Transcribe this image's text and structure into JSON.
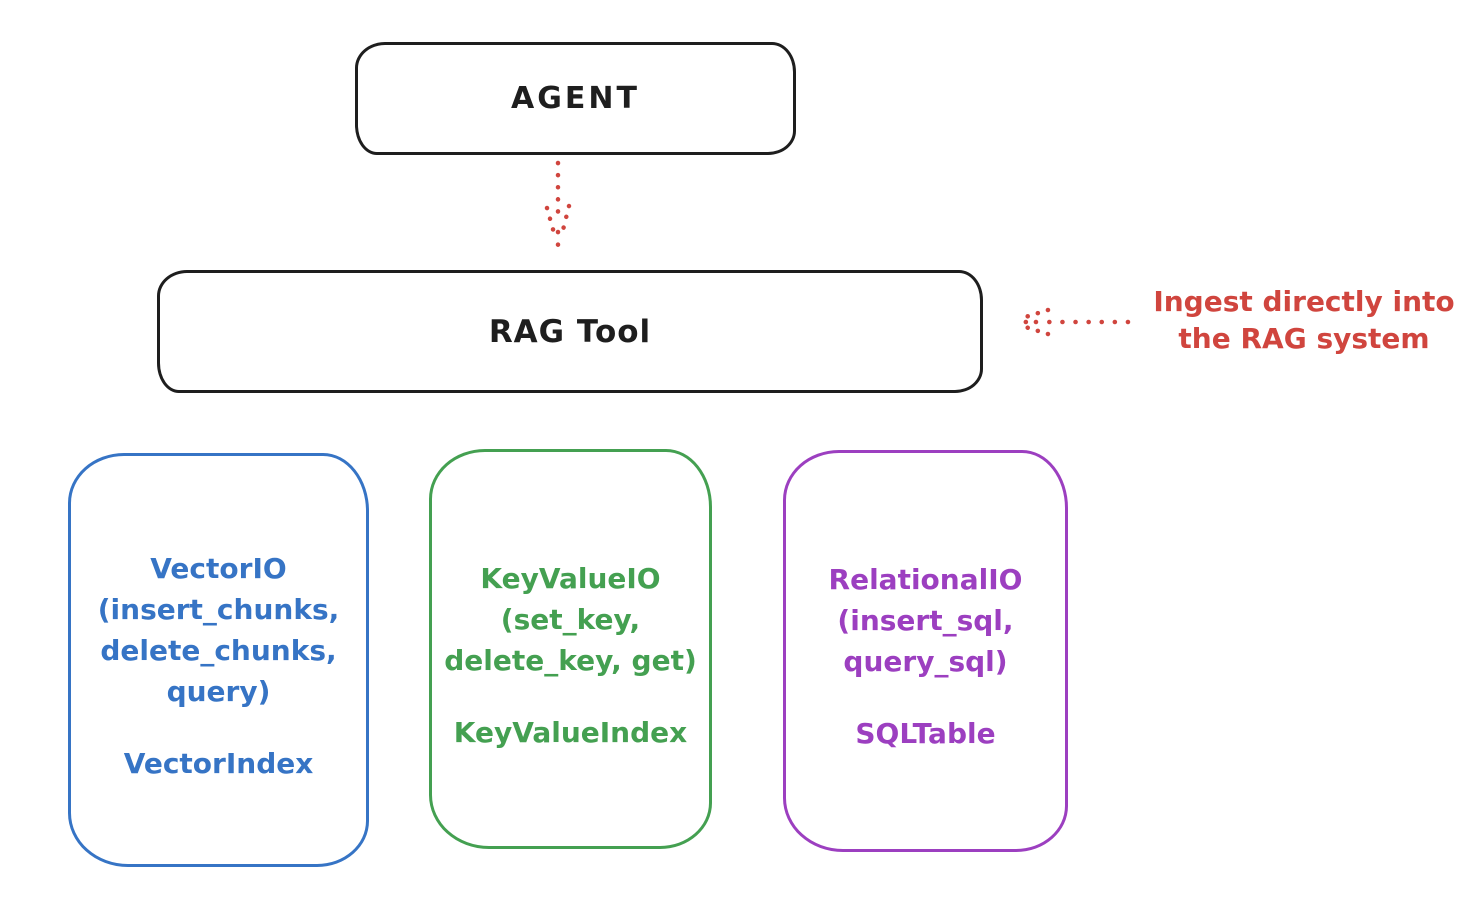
{
  "diagram": {
    "title_semantics": "RAG Tool architecture diagram",
    "colors": {
      "stroke_black": "#1e1e1e",
      "accent_red": "#d0453e",
      "accent_blue": "#3674c5",
      "accent_green": "#44a051",
      "accent_purple": "#9c3fc0",
      "background": "#ffffff"
    },
    "agent": {
      "label": "AGENT"
    },
    "rag_tool": {
      "label": "RAG Tool"
    },
    "annotation": {
      "line1": "Ingest directly into",
      "line2": "the RAG system"
    },
    "arrows": [
      {
        "name": "agent-to-rag-tool",
        "style": "dotted",
        "color": "#d0453e",
        "direction": "down"
      },
      {
        "name": "annotation-to-rag-tool",
        "style": "dotted",
        "color": "#d0453e",
        "direction": "left"
      }
    ],
    "io_boxes": [
      {
        "id": "vector-io",
        "color": "#3674c5",
        "lines": [
          "VectorIO",
          "(insert_chunks,",
          "delete_chunks,",
          "query)"
        ],
        "index_label": "VectorIndex"
      },
      {
        "id": "keyvalue-io",
        "color": "#44a051",
        "lines": [
          "KeyValueIO",
          "(set_key,",
          "delete_key, get)"
        ],
        "index_label": "KeyValueIndex"
      },
      {
        "id": "relational-io",
        "color": "#9c3fc0",
        "lines": [
          "RelationalIO",
          "(insert_sql,",
          "query_sql)"
        ],
        "index_label": "SQLTable"
      }
    ]
  }
}
